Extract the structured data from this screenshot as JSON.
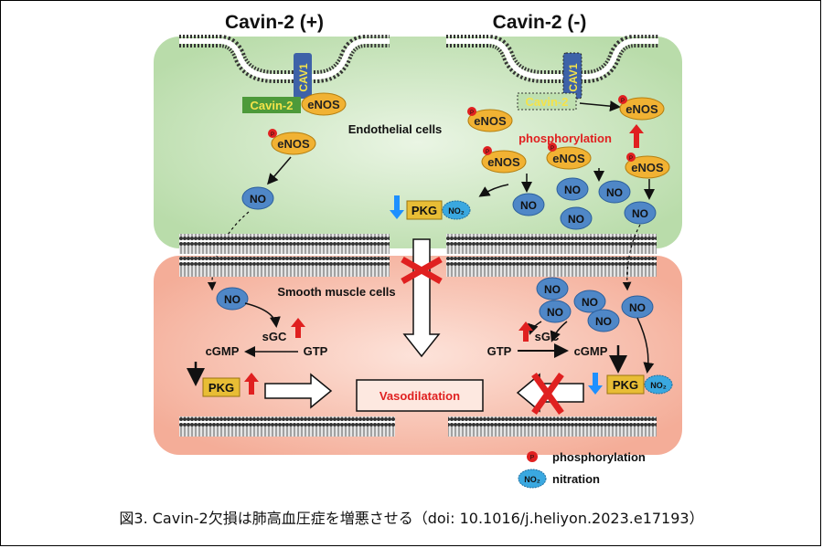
{
  "title_plus": "Cavin-2 (+)",
  "title_minus": "Cavin-2 (-)",
  "labels": {
    "cav1": "CAV1",
    "cavin2": "Cavin-2",
    "enos": "eNOS",
    "no": "NO",
    "no2": "NO₂",
    "pkg": "PKG",
    "sgc": "sGC",
    "gtp": "GTP",
    "cgmp": "cGMP",
    "p": "P",
    "phosphorylation_mid": "phosphorylation"
  },
  "regions": {
    "endothelial": "Endothelial  cells",
    "smooth_muscle": "Smooth muscle  cells",
    "vasodilatation": "Vasodilatation"
  },
  "legend": {
    "phosphorylation": "phosphorylation",
    "nitration": "nitration"
  },
  "caption": "図3. Cavin-2欠損は肺高血圧症を増悪させる（doi: 10.1016/j.heliyon.2023.e17193）",
  "colors": {
    "endothelial_bg": "#cfe6c4",
    "smooth_bg": "#f6c3b3",
    "enos_fill": "#f1b233",
    "no_fill": "#4f87c7",
    "pkg_fill": "#e8bd35",
    "cav1_fill": "#3e62a8",
    "cavin2_fill": "#4d9a3a",
    "red": "#e02020",
    "blue_arrow": "#1e90ff",
    "no2_fill": "#3aa8e0"
  }
}
